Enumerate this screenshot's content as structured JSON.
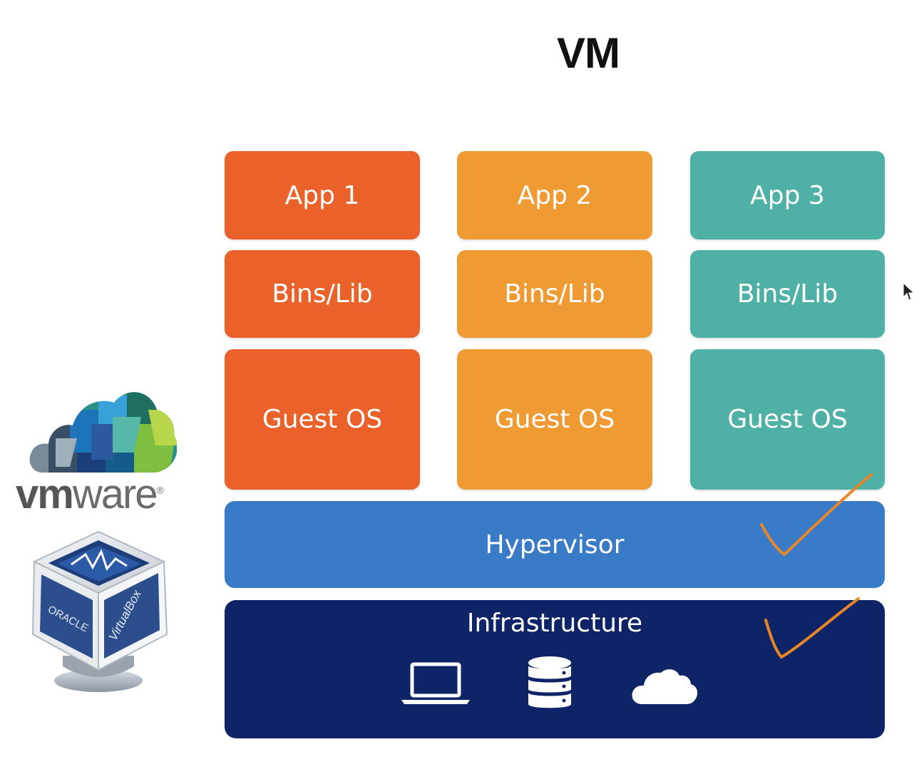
{
  "title": "VM",
  "columns": [
    {
      "app": "App 1",
      "bins": "Bins/Lib",
      "os": "Guest OS",
      "color": "#ea622a"
    },
    {
      "app": "App 2",
      "bins": "Bins/Lib",
      "os": "Guest OS",
      "color": "#f09a34"
    },
    {
      "app": "App 3",
      "bins": "Bins/Lib",
      "os": "Guest OS",
      "color": "#4fb0a5"
    }
  ],
  "hypervisor": {
    "label": "Hypervisor",
    "color": "#3a7bc8"
  },
  "infrastructure": {
    "label": "Infrastructure",
    "color": "#0e2466",
    "icons": [
      "laptop-icon",
      "database-icon",
      "cloud-icon"
    ]
  },
  "logos": {
    "vmware": {
      "text_vm": "vm",
      "text_ware": "ware",
      "mark": "®"
    },
    "virtualbox": {
      "side_left": "ORACLE",
      "side_right": "VirtualBox"
    }
  },
  "annotations": {
    "checkmark_color": "#e8862a"
  }
}
